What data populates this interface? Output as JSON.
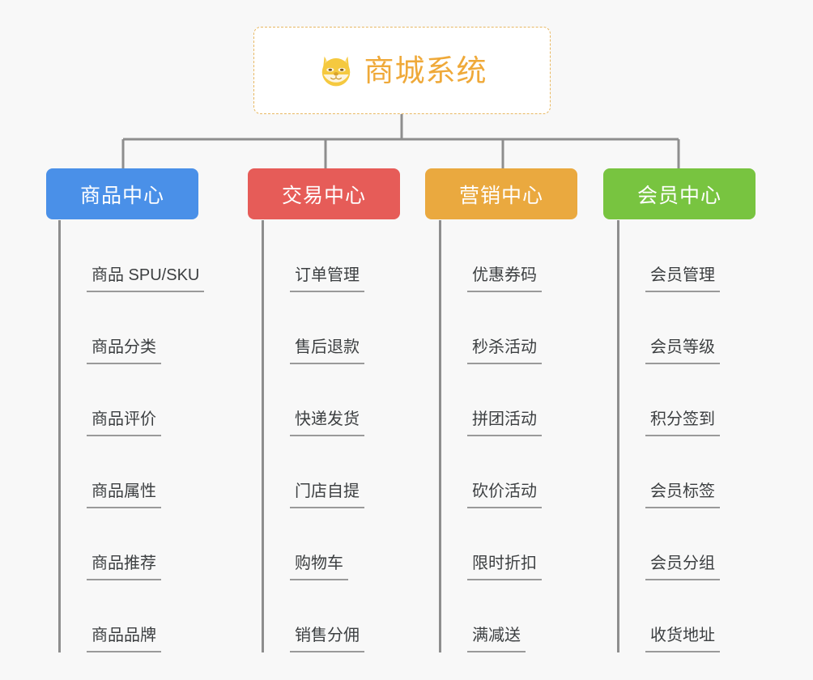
{
  "diagram": {
    "title": "商城系统",
    "type": "organization-tree",
    "background_color": "#f8f8f8"
  },
  "root": {
    "label": "商城系统",
    "icon": "shiba-dog-icon",
    "text_color": "#efa939",
    "border_color": "#e8b862",
    "background_color": "#ffffff"
  },
  "connector_color": "#8e8e8e",
  "branches": [
    {
      "label": "商品中心",
      "color": "#4a90e8",
      "items": [
        {
          "label": "商品 SPU/SKU"
        },
        {
          "label": "商品分类"
        },
        {
          "label": "商品评价"
        },
        {
          "label": "商品属性"
        },
        {
          "label": "商品推荐"
        },
        {
          "label": "商品品牌"
        }
      ]
    },
    {
      "label": "交易中心",
      "color": "#e65c58",
      "items": [
        {
          "label": "订单管理"
        },
        {
          "label": "售后退款"
        },
        {
          "label": "快递发货"
        },
        {
          "label": "门店自提"
        },
        {
          "label": "购物车"
        },
        {
          "label": "销售分佣"
        }
      ]
    },
    {
      "label": "营销中心",
      "color": "#eaa93f",
      "items": [
        {
          "label": "优惠券码"
        },
        {
          "label": "秒杀活动"
        },
        {
          "label": "拼团活动"
        },
        {
          "label": "砍价活动"
        },
        {
          "label": "限时折扣"
        },
        {
          "label": "满减送"
        }
      ]
    },
    {
      "label": "会员中心",
      "color": "#78c440",
      "items": [
        {
          "label": "会员管理"
        },
        {
          "label": "会员等级"
        },
        {
          "label": "积分签到"
        },
        {
          "label": "会员标签"
        },
        {
          "label": "会员分组"
        },
        {
          "label": "收货地址"
        }
      ]
    }
  ]
}
